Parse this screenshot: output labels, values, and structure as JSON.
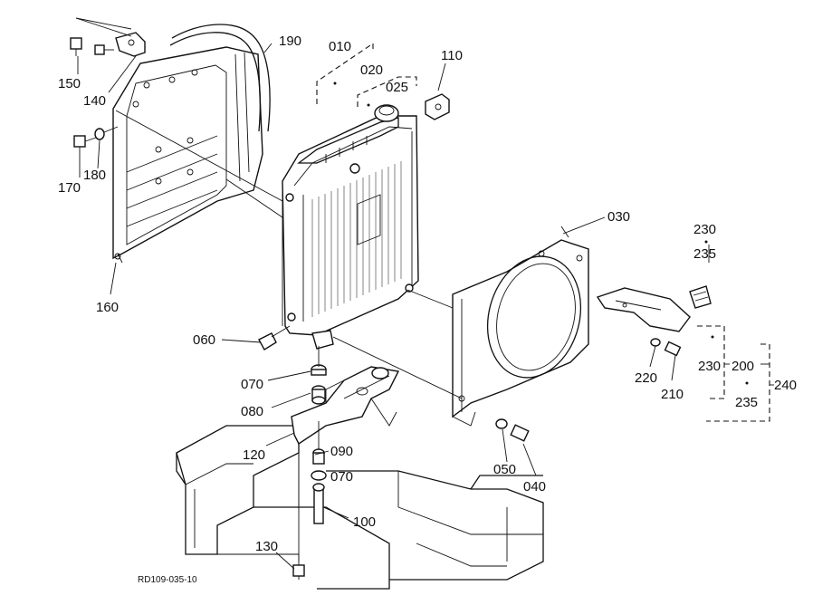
{
  "diagram": {
    "drawing_code": "RD109-035-10",
    "labels": {
      "p190": "190",
      "p010": "010",
      "p020": "020",
      "p025": "025",
      "p110": "110",
      "p150": "150",
      "p140": "140",
      "p170": "170",
      "p180": "180",
      "p160": "160",
      "p030": "030",
      "p230a": "230",
      "p235a": "235",
      "p060": "060",
      "p070a": "070",
      "p080": "080",
      "p120": "120",
      "p090": "090",
      "p070b": "070",
      "p100": "100",
      "p130": "130",
      "p050": "050",
      "p040": "040",
      "p220": "220",
      "p210": "210",
      "p230b": "230",
      "p200": "200",
      "p240": "240",
      "p235b": "235"
    }
  }
}
